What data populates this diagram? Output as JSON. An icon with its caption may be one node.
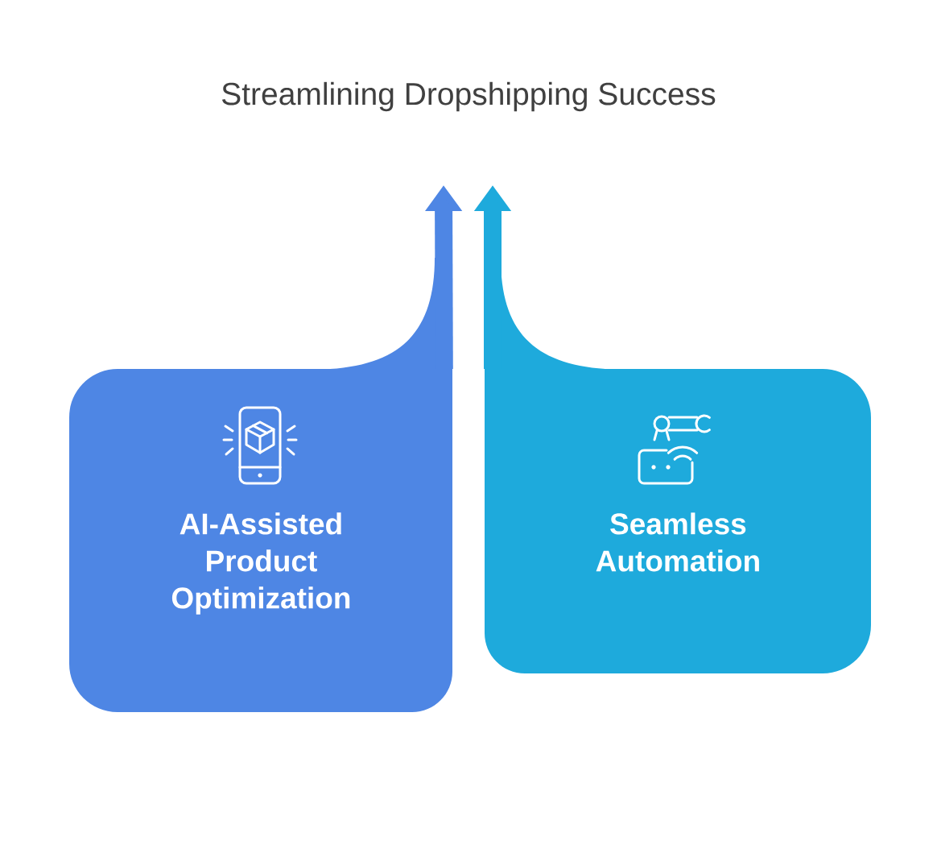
{
  "diagram": {
    "title": "Streamlining Dropshipping Success",
    "nodes": [
      {
        "text": [
          "AI-Assisted Product Optimization"
        ]
      },
      {
        "text": [
          "Seamless Automation"
        ]
      }
    ],
    "edges": [
      {
        "from": 0,
        "to": null,
        "arrow": "to",
        "color": "#4e86e4"
      },
      {
        "from": 1,
        "to": null,
        "arrow": "to",
        "color": "#1eaadc"
      }
    ]
  }
}
